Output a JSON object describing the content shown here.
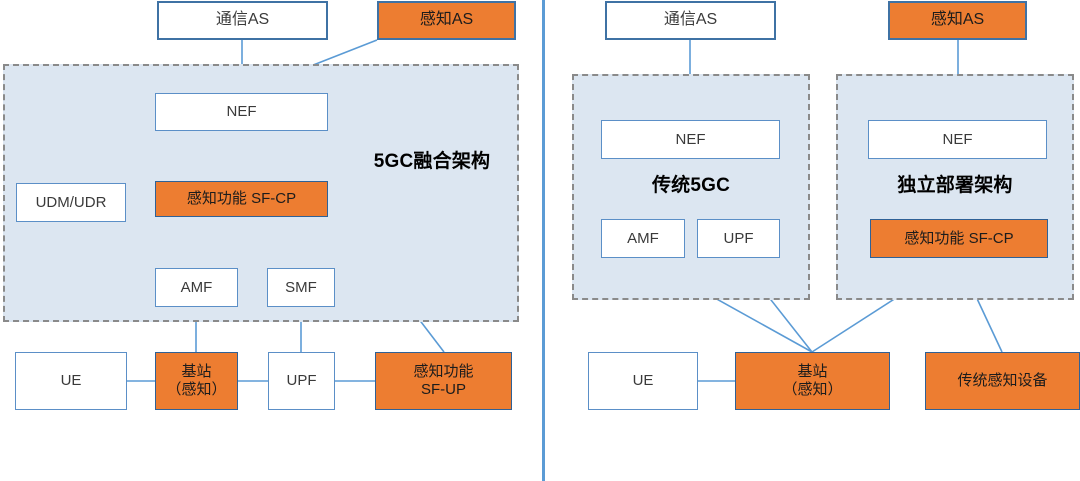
{
  "diagram": {
    "title_left": "5GC融合架构",
    "title_right_inner_a": "传统5GC",
    "title_right_inner_b": "独立部署架构",
    "colors": {
      "orange": "#ed7d31",
      "zone_fill": "#dce6f1",
      "line_blue": "#5b9bd5",
      "border_blue": "#3f72a4"
    }
  },
  "left_panel": {
    "comm_as": "通信AS",
    "sense_as": "感知AS",
    "zone_label": "5GC融合架构",
    "nef": "NEF",
    "udm_udr": "UDM/UDR",
    "sf_cp": "感知功能 SF-CP",
    "amf": "AMF",
    "smf": "SMF",
    "ue": "UE",
    "gnb": "基站\n（感知）",
    "upf": "UPF",
    "sf_up": "感知功能\nSF-UP"
  },
  "right_panel": {
    "comm_as": "通信AS",
    "sense_as": "感知AS",
    "zone_a_label": "传统5GC",
    "zone_b_label": "独立部署架构",
    "nef_a": "NEF",
    "nef_b": "NEF",
    "amf": "AMF",
    "upf": "UPF",
    "sf_cp": "感知功能 SF-CP",
    "ue": "UE",
    "gnb": "基站\n（感知）",
    "legacy_sensor": "传统感知设备"
  }
}
